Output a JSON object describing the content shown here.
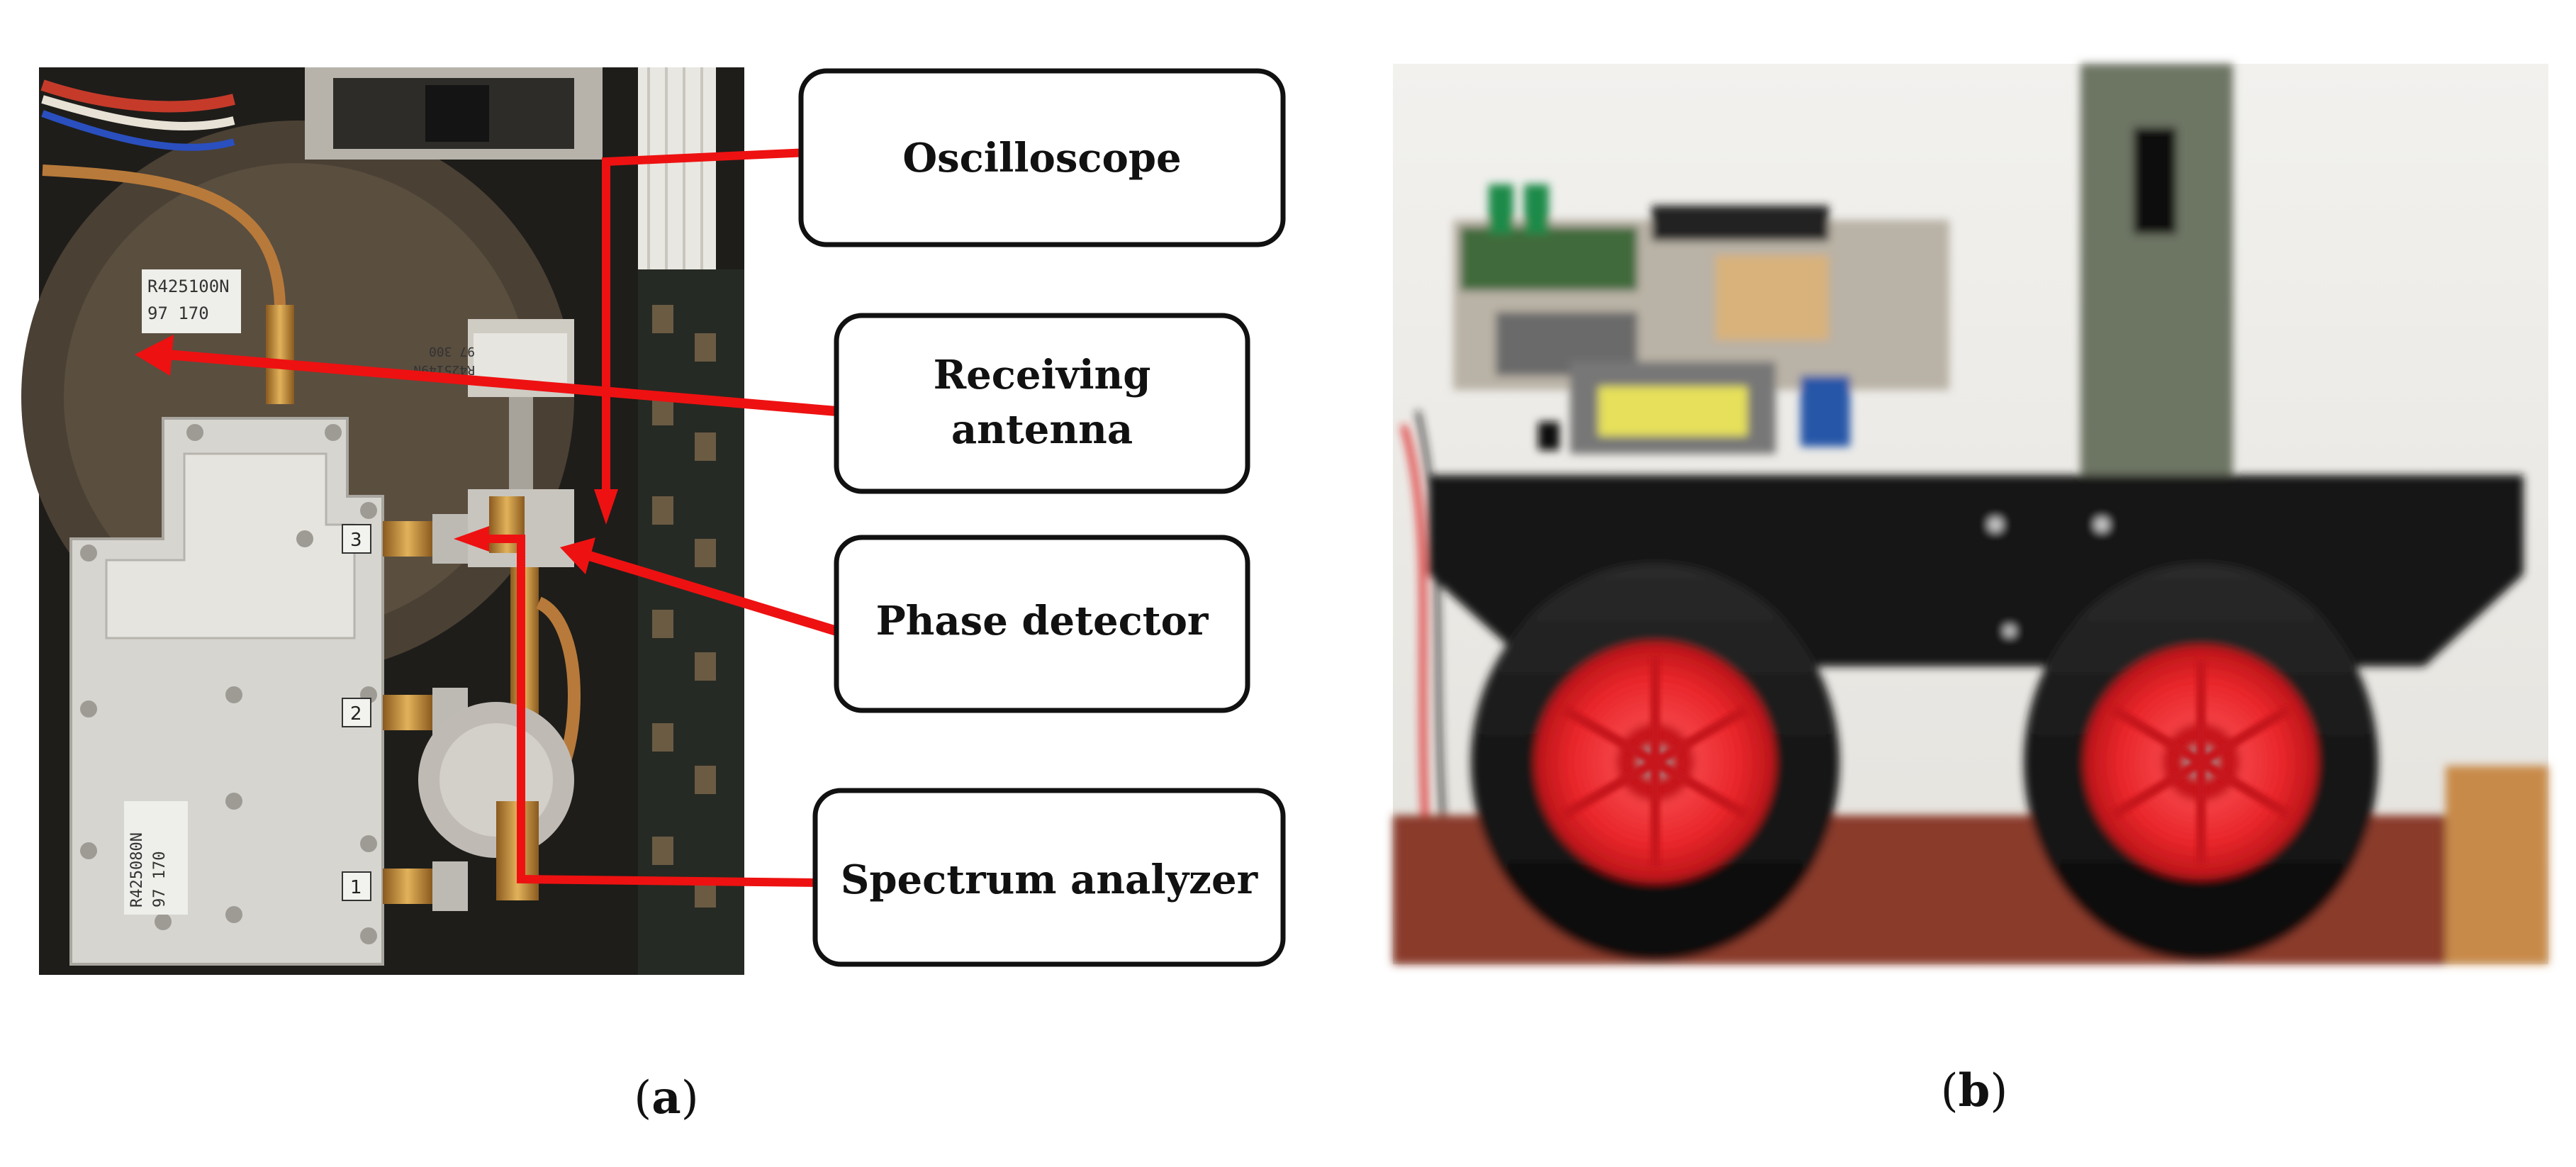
{
  "panel_a": {
    "caption_open": "(",
    "caption_letter": "a",
    "caption_close": ")",
    "labels": {
      "oscilloscope": "Oscilloscope",
      "receiving_line1": "Receiving",
      "receiving_line2": "antenna",
      "phase_detector": "Phase detector",
      "spectrum_analyzer": "Spectrum analyzer"
    },
    "component_stickers": {
      "top": [
        "R425100N",
        "97 170"
      ],
      "middle": [
        "R425149N",
        "97 300"
      ],
      "bottom": [
        "R425080N",
        "97 170"
      ]
    },
    "port_numbers": [
      "3",
      "2",
      "1"
    ]
  },
  "panel_b": {
    "caption_open": "(",
    "caption_letter": "b",
    "caption_close": ")"
  },
  "colors": {
    "arrow_red": "#ee1111",
    "callout_border": "#111111",
    "wheel_hub_red": "#e8262a",
    "chassis_black": "#141414",
    "lcd_yellow": "#e6e05a",
    "pcb_board": "#3f6a3a"
  }
}
